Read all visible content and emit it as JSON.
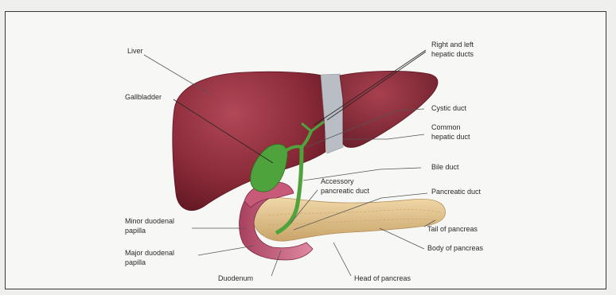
{
  "diagram": {
    "labels": {
      "liver": "Liver",
      "gallbladder": "Gallbladder",
      "hepatic_ducts_line1": "Right and left",
      "hepatic_ducts_line2": "hepatic ducts",
      "cystic_duct": "Cystic duct",
      "common_hepatic_line1": "Common",
      "common_hepatic_line2": "hepatic duct",
      "bile_duct": "Bile duct",
      "accessory_line1": "Accessory",
      "accessory_line2": "pancreatic duct",
      "pancreatic_duct": "Pancreatic duct",
      "minor_papilla_line1": "Minor duodenal",
      "minor_papilla_line2": "papilla",
      "major_papilla_line1": "Major duodenal",
      "major_papilla_line2": "papilla",
      "duodenum": "Duodenum",
      "head_of_pancreas": "Head of pancreas",
      "body_of_pancreas": "Body of pancreas",
      "tail_of_pancreas": "Tail of pancreas"
    },
    "colors": {
      "liver": "#8a2a38",
      "liver_highlight": "#b04858",
      "gallbladder_ducts": "#4fa33c",
      "pancreas": "#e3c48e",
      "duodenum": "#c65a78",
      "ligament": "#b9bec4"
    }
  }
}
